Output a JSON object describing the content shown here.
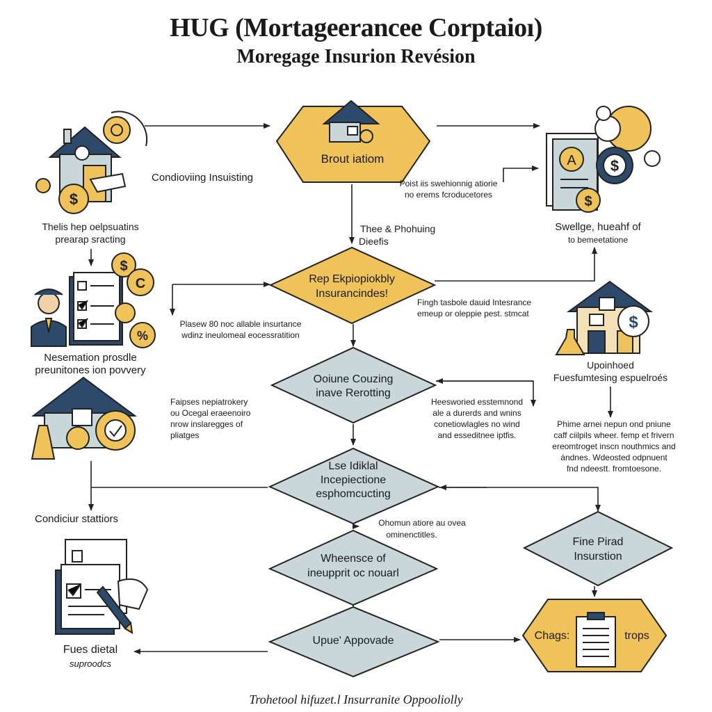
{
  "header": {
    "title": "HUG (Mortageerancee Corptaioı)",
    "subtitle": "Moregage Insurion Revésion"
  },
  "nodes": {
    "n1": "Brout iatiom",
    "n2a": "Rep Ekpiopiokbly",
    "n2b": "Insurancindes!",
    "n3a": "Ooiune Couzing",
    "n3b": "inave Rerotting",
    "n4a": "Lse Idiklal",
    "n4b": "Incepiectione",
    "n4c": "esphomcucting",
    "n5a": "Wheensce of",
    "n5b": "ineupprit oc nouarl",
    "n6": "Upue' Appovade",
    "n7a": "Fine Pirad",
    "n7b": "Insurstion",
    "n8a": "Chags:",
    "n8b": "trops"
  },
  "labels": {
    "cond_insisting": "Condioviing Insuisting",
    "left1a": "Thelis hep oelpsuatins",
    "left1b": "prearap sracting",
    "left2a": "Nesemation prosdle",
    "left2b": "preunitones ion povvery",
    "conduit": "Condiciur stattiors",
    "fues_a": "Fues dietal",
    "fues_b": "suproodcs",
    "center_the": "Thee & Phohuing",
    "center_diedt": "Dieefis",
    "pr_a": "Plasew  80 noc allable insurtance",
    "pr_b": "wdinz ineulomeal eocessratition",
    "fa_a": "Faipses nepiatrokery",
    "fa_b": "ou Ocegal eraeenoiro",
    "fa_c": "nrow inslaregges of",
    "fa_d": "pliatges",
    "pol_a": "Poist iis swehionnig atiorie",
    "pol_b": "no erems fcroducetores",
    "fin_a": "Fingh tasbole dauid  Intesrance",
    "fin_b": "emeup or oleppie pest. stmcat",
    "hes_a": "Heesworied esstemnond",
    "hes_b": "ale a durerds and wnins",
    "hes_c": "conetiowlagles no wind",
    "hes_d": "and esseditnee iptfis.",
    "oh_a": "Ohomun atiore au ovea",
    "oh_b": "ominenctitles.",
    "swell_a": "Swellge, hueahf of",
    "swell_b": "to bemeetatione",
    "upo_a": "Upoinhoed",
    "upo_b": "Fuesfumtesing espuelroés",
    "ph_a": "Phime arnei nepun ond pniune",
    "ph_b": "caff ciilpils wheer. femp et frivern",
    "ph_c": "ereomtroget inscn nouthmics and",
    "ph_d": "ándnes. Wdeosted odpnuent",
    "ph_e": "fnd ndeestt. fromtoesone."
  },
  "footer": "Trohetool hifuzet.l Insurranite Oppooliolly",
  "colors": {
    "gold": "#EFC35A",
    "slate": "#C9D7DB",
    "navy": "#2D4A6B",
    "outline": "#222222"
  },
  "icons": [
    "house-icon",
    "gear-icon",
    "dollar-coin-icon",
    "checklist-icon",
    "person-icon",
    "percent-icon",
    "document-icon",
    "pencil-icon",
    "clipboard-icon",
    "flask-icon"
  ]
}
